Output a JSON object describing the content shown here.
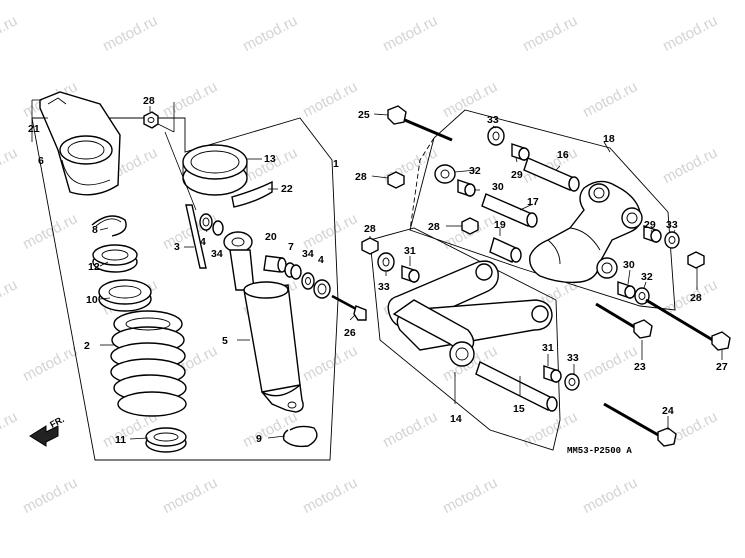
{
  "watermark": "motod.ru",
  "diagram_code": "MM53-P2500 A",
  "direction_label": "FR.",
  "callouts": {
    "c1": "1",
    "c2": "2",
    "c3": "3",
    "c4a": "4",
    "c4b": "4",
    "c5": "5",
    "c6": "6",
    "c7": "7",
    "c8": "8",
    "c9": "9",
    "c10": "10",
    "c11": "11",
    "c12": "12",
    "c13": "13",
    "c14": "14",
    "c15": "15",
    "c16": "16",
    "c17": "17",
    "c18": "18",
    "c19": "19",
    "c20": "20",
    "c21": "21",
    "c22": "22",
    "c23": "23",
    "c24": "24",
    "c25": "25",
    "c26": "26",
    "c27": "27",
    "c28a": "28",
    "c28b": "28",
    "c28c": "28",
    "c28d": "28",
    "c28e": "28",
    "c29a": "29",
    "c29b": "29",
    "c30a": "30",
    "c30b": "30",
    "c31a": "31",
    "c31b": "31",
    "c32a": "32",
    "c32b": "32",
    "c33a": "33",
    "c33b": "33",
    "c33c": "33",
    "c33d": "33",
    "c34a": "34",
    "c34b": "34"
  },
  "colors": {
    "line": "#000000",
    "watermark": "#d3d3d3",
    "background": "#ffffff"
  }
}
